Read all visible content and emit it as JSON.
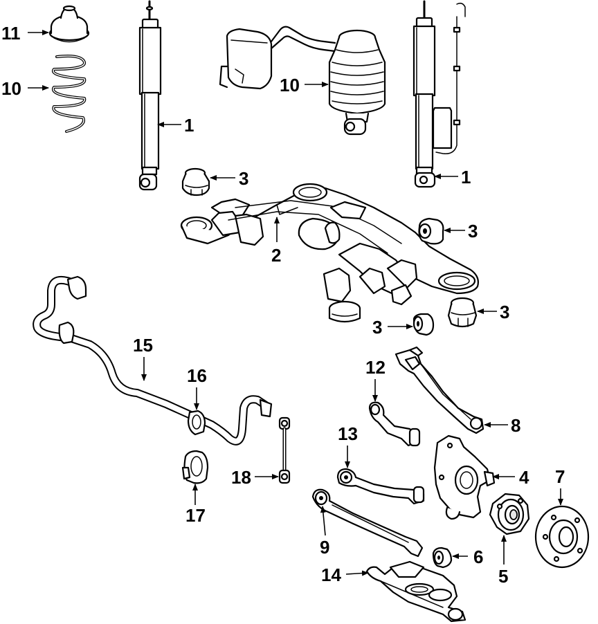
{
  "callouts": [
    {
      "id": "c11a",
      "text": "11"
    },
    {
      "id": "c10a",
      "text": "10"
    },
    {
      "id": "c1a",
      "text": "1"
    },
    {
      "id": "c10b",
      "text": "10"
    },
    {
      "id": "c1b",
      "text": "1"
    },
    {
      "id": "c3a",
      "text": "3"
    },
    {
      "id": "c2",
      "text": "2"
    },
    {
      "id": "c3b",
      "text": "3"
    },
    {
      "id": "c3c",
      "text": "3"
    },
    {
      "id": "c3d",
      "text": "3"
    },
    {
      "id": "c15",
      "text": "15"
    },
    {
      "id": "c16",
      "text": "16"
    },
    {
      "id": "c12",
      "text": "12"
    },
    {
      "id": "c8",
      "text": "8"
    },
    {
      "id": "c13",
      "text": "13"
    },
    {
      "id": "c18",
      "text": "18"
    },
    {
      "id": "c17",
      "text": "17"
    },
    {
      "id": "c4",
      "text": "4"
    },
    {
      "id": "c7",
      "text": "7"
    },
    {
      "id": "c9",
      "text": "9"
    },
    {
      "id": "c6",
      "text": "6"
    },
    {
      "id": "c5",
      "text": "5"
    },
    {
      "id": "c14",
      "text": "14"
    }
  ]
}
